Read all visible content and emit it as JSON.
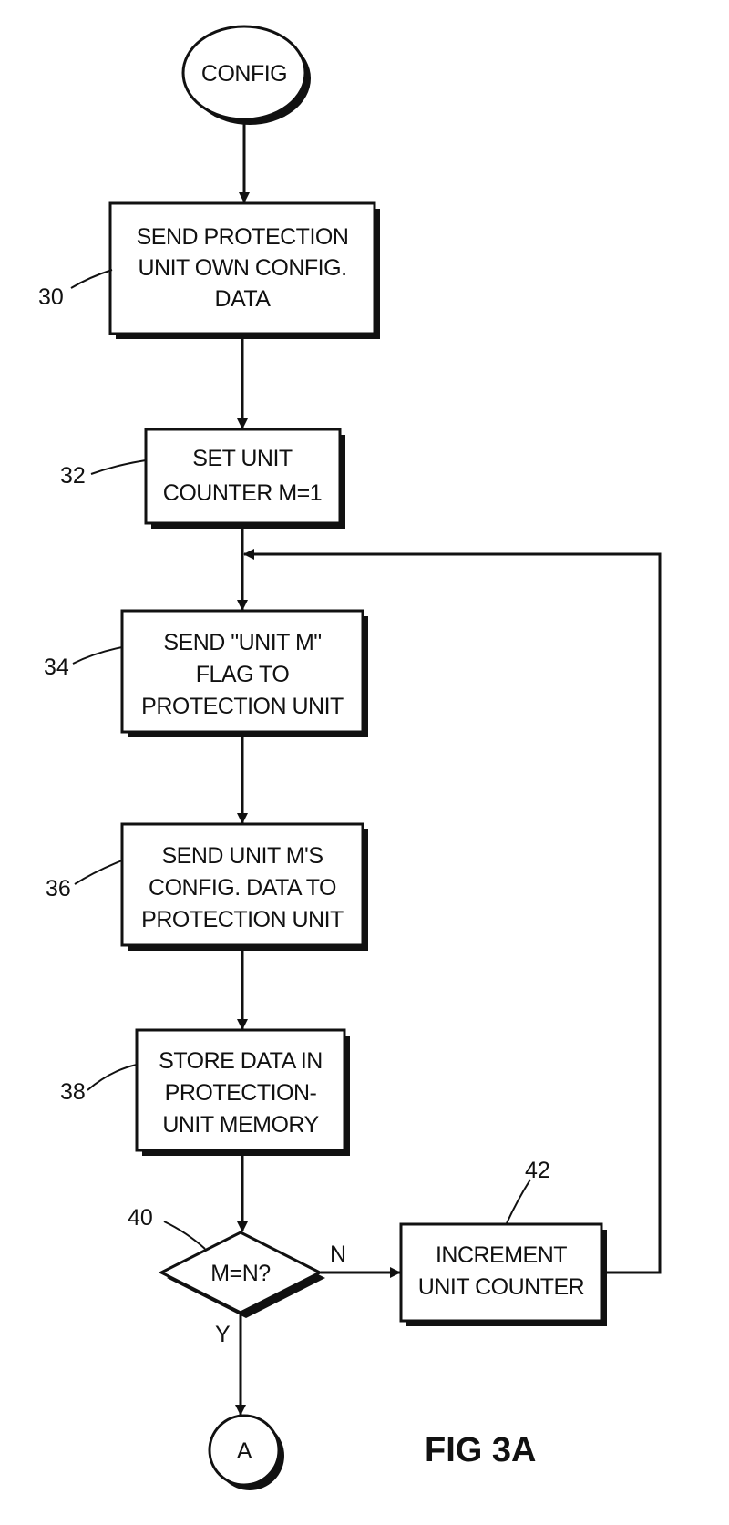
{
  "diagram": {
    "start_label": "CONFIG",
    "steps": [
      {
        "ref": "30",
        "lines": [
          "SEND PROTECTION",
          "UNIT OWN CONFIG.",
          "DATA"
        ]
      },
      {
        "ref": "32",
        "lines": [
          "SET UNIT",
          "COUNTER M=1"
        ]
      },
      {
        "ref": "34",
        "lines": [
          "SEND \"UNIT M\"",
          "FLAG TO",
          "PROTECTION UNIT"
        ]
      },
      {
        "ref": "36",
        "lines": [
          "SEND UNIT M'S",
          "CONFIG. DATA TO",
          "PROTECTION UNIT"
        ]
      },
      {
        "ref": "38",
        "lines": [
          "STORE DATA IN",
          "PROTECTION-",
          "UNIT MEMORY"
        ]
      }
    ],
    "decision": {
      "ref": "40",
      "label": "M=N?",
      "no_label": "N",
      "yes_label": "Y"
    },
    "increment": {
      "ref": "42",
      "lines": [
        "INCREMENT",
        "UNIT COUNTER"
      ]
    },
    "connector_label": "A",
    "figure_label": "FIG 3A"
  }
}
